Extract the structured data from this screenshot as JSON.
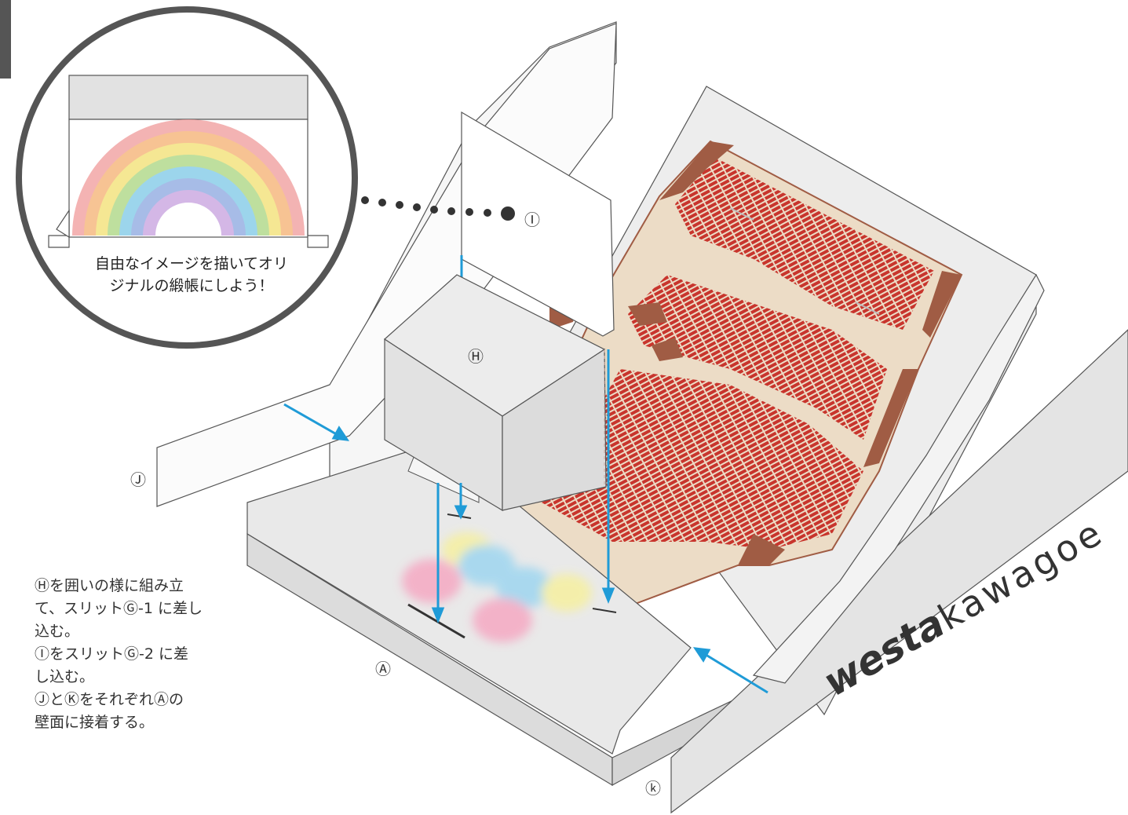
{
  "bubble": {
    "caption_line1": "自由なイメージを描いてオリ",
    "caption_line2": "ジナルの緞帳にしよう！"
  },
  "labels": {
    "I": "Ⓘ",
    "H": "Ⓗ",
    "J": "Ⓙ",
    "A": "Ⓐ",
    "K": "ⓚ"
  },
  "brand": {
    "bold": "westa",
    "light": "kawagoe"
  },
  "instructions": [
    "Ⓗを囲いの様に組み立",
    "て、スリットⒼ-1 に差し",
    "込む。",
    "ⒾをスリットⒼ-2 に差",
    "し込む。",
    "ⒿとⓀをそれぞれⒶの",
    "壁面に接着する。"
  ],
  "colors": {
    "seat": "#c8352d",
    "wall": "#a05c44",
    "floor": "#ecdcc6",
    "panel": "#ebebeb",
    "arrow": "#1f9bd7",
    "outline": "#444444"
  },
  "icons": [
    "rainbow-drawing",
    "dotted-leader",
    "blue-arrow",
    "stage-spotlights"
  ]
}
